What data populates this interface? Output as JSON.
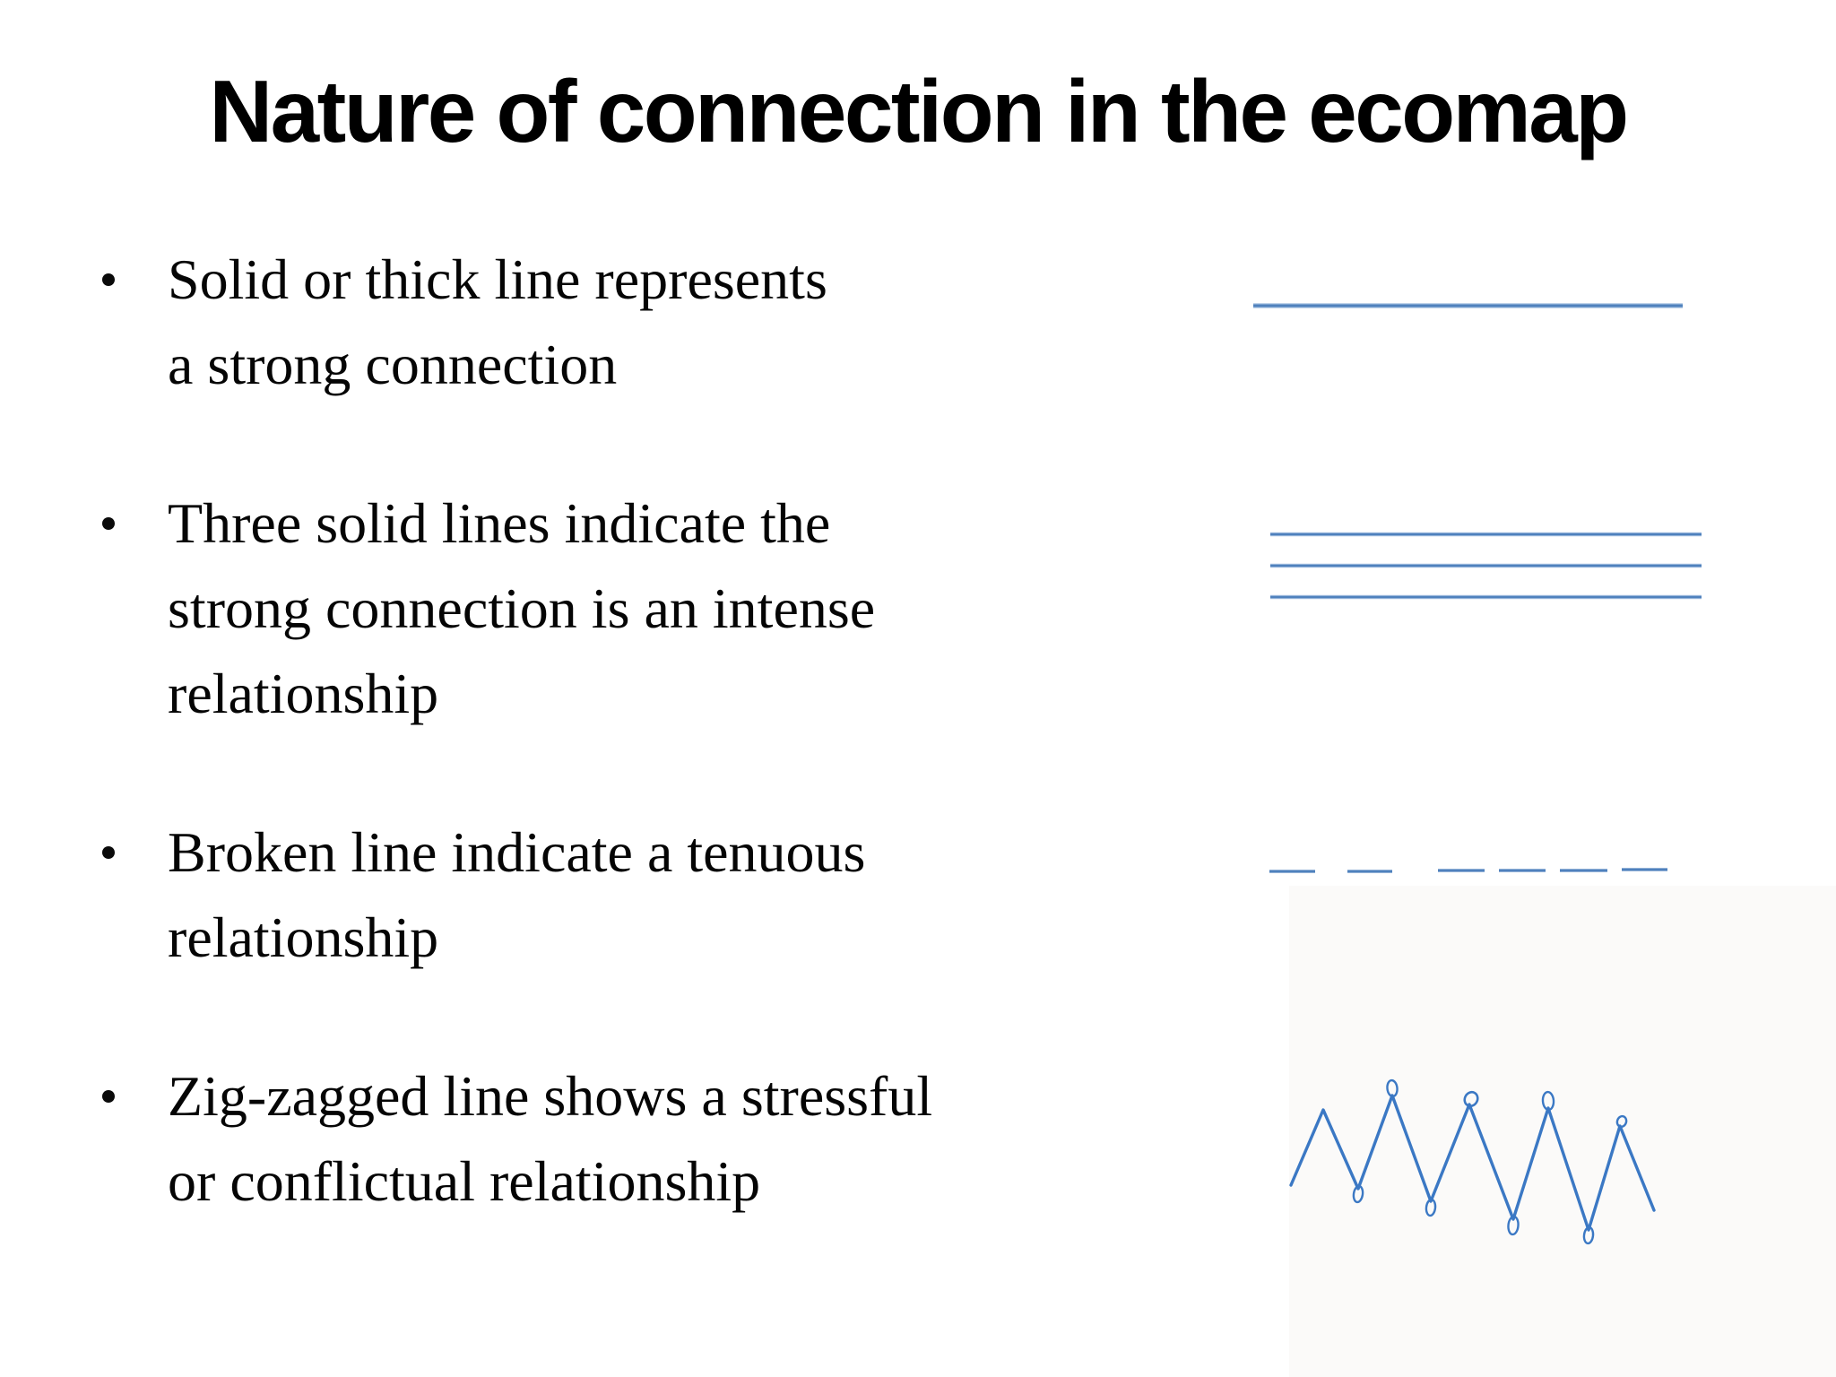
{
  "slide": {
    "title": "Nature of connection in the ecomap",
    "bullets": [
      {
        "lines": [
          "Solid or thick line represents",
          "a strong connection"
        ],
        "line_style": "single-solid-line"
      },
      {
        "lines": [
          "Three solid lines indicate the",
          "strong connection is an intense",
          "relationship"
        ],
        "line_style": "triple-solid-line"
      },
      {
        "lines": [
          "Broken line indicate a tenuous",
          "relationship"
        ],
        "line_style": "dashed-line"
      },
      {
        "lines": [
          "Zig-zagged line shows a stressful",
          "or conflictual relationship"
        ],
        "line_style": "zigzag-line"
      }
    ],
    "colors": {
      "line_blue": "#4f81bd",
      "line_halo_blue": "#a9c3e2",
      "zigzag_blue": "#3b78c4",
      "text": "#050505",
      "background": "#ffffff"
    }
  }
}
